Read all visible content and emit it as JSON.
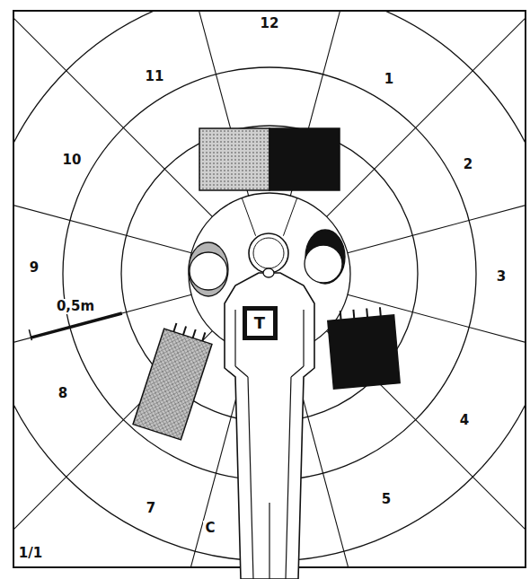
{
  "diagram": {
    "nodes": [
      {
        "text": [
          "T"
        ]
      }
    ],
    "labels": [
      "12",
      "1",
      "2",
      "3",
      "4",
      "5",
      "7",
      "8",
      "9",
      "10",
      "11",
      "0,5m",
      "C",
      "1/1"
    ]
  }
}
